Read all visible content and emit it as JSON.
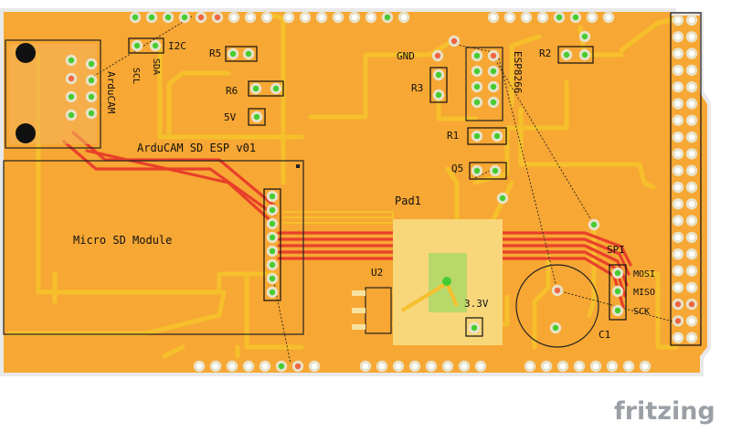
{
  "board": {
    "title": "ArduCAM SD ESP v01",
    "colors": {
      "board": "#f7a733",
      "outline": "#e9e9e9",
      "trace_top": "#f6c02c",
      "trace_bottom": "#e8402a",
      "pad_ring": "#e8e2c8",
      "pad_hole": "#ffffff",
      "pin_green": "#44cc33",
      "pin_red": "#ee6644",
      "silk": "#111111",
      "copper_pad": "#f8d67a",
      "pad1_inner": "#b8d86a"
    }
  },
  "labels": {
    "i2c": "I2C",
    "scl": "SCL",
    "sda": "SDA",
    "arducam": "ArduCAM",
    "r5": "R5",
    "r6": "R6",
    "v5": "5V",
    "gnd": "GND",
    "r3": "R3",
    "esp": "ESP8266",
    "r2": "R2",
    "r1": "R1",
    "q5": "Q5",
    "pad1": "Pad1",
    "micro_sd": "Micro SD Module",
    "u2": "U2",
    "v33": "3.3V",
    "spi": "SPI",
    "mosi": "MOSI",
    "miso": "MISO",
    "sck": "SCK",
    "c1": "C1"
  },
  "brand": {
    "name": "fritzing",
    "accent": "#9aa0a6"
  }
}
